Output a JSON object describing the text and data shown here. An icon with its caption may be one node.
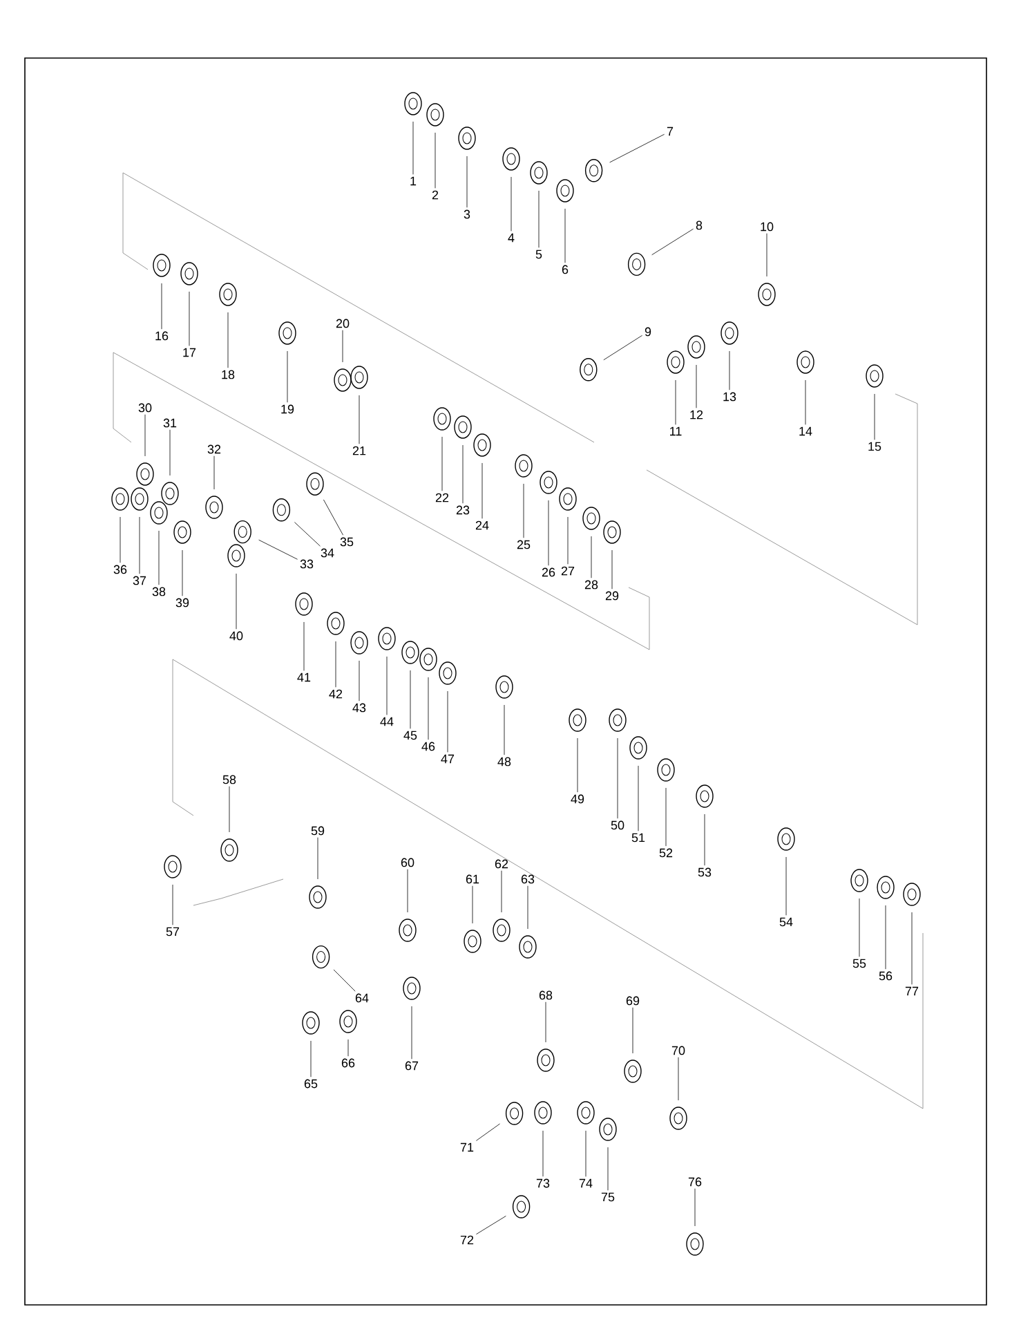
{
  "diagram": {
    "nodes": [
      {
        "text": [
          "1"
        ]
      },
      {
        "text": [
          "2"
        ]
      },
      {
        "text": [
          "3"
        ]
      },
      {
        "text": [
          "4"
        ]
      },
      {
        "text": [
          "5"
        ]
      },
      {
        "text": [
          "6"
        ]
      },
      {
        "text": [
          "7"
        ]
      },
      {
        "text": [
          "8"
        ]
      },
      {
        "text": [
          "9"
        ]
      },
      {
        "text": [
          "10"
        ]
      },
      {
        "text": [
          "11"
        ]
      },
      {
        "text": [
          "12"
        ]
      },
      {
        "text": [
          "13"
        ]
      },
      {
        "text": [
          "14"
        ]
      },
      {
        "text": [
          "15"
        ]
      },
      {
        "text": [
          "16"
        ]
      },
      {
        "text": [
          "17"
        ]
      },
      {
        "text": [
          "18"
        ]
      },
      {
        "text": [
          "19"
        ]
      },
      {
        "text": [
          "20"
        ]
      },
      {
        "text": [
          "21"
        ]
      },
      {
        "text": [
          "22"
        ]
      },
      {
        "text": [
          "23"
        ]
      },
      {
        "text": [
          "24"
        ]
      },
      {
        "text": [
          "25"
        ]
      },
      {
        "text": [
          "26"
        ]
      },
      {
        "text": [
          "27"
        ]
      },
      {
        "text": [
          "28"
        ]
      },
      {
        "text": [
          "29"
        ]
      },
      {
        "text": [
          "30"
        ]
      },
      {
        "text": [
          "31"
        ]
      },
      {
        "text": [
          "32"
        ]
      },
      {
        "text": [
          "33"
        ]
      },
      {
        "text": [
          "34"
        ]
      },
      {
        "text": [
          "35"
        ]
      },
      {
        "text": [
          "36"
        ]
      },
      {
        "text": [
          "37"
        ]
      },
      {
        "text": [
          "38"
        ]
      },
      {
        "text": [
          "39"
        ]
      },
      {
        "text": [
          "40"
        ]
      },
      {
        "text": [
          "41"
        ]
      },
      {
        "text": [
          "42"
        ]
      },
      {
        "text": [
          "43"
        ]
      },
      {
        "text": [
          "44"
        ]
      },
      {
        "text": [
          "45"
        ]
      },
      {
        "text": [
          "46"
        ]
      },
      {
        "text": [
          "47"
        ]
      },
      {
        "text": [
          "48"
        ]
      },
      {
        "text": [
          "49"
        ]
      },
      {
        "text": [
          "50"
        ]
      },
      {
        "text": [
          "51"
        ]
      },
      {
        "text": [
          "52"
        ]
      },
      {
        "text": [
          "53"
        ]
      },
      {
        "text": [
          "54"
        ]
      },
      {
        "text": [
          "55"
        ]
      },
      {
        "text": [
          "56"
        ]
      },
      {
        "text": [
          "57"
        ]
      },
      {
        "text": [
          "58"
        ]
      },
      {
        "text": [
          "59"
        ]
      },
      {
        "text": [
          "60"
        ]
      },
      {
        "text": [
          "61"
        ]
      },
      {
        "text": [
          "62"
        ]
      },
      {
        "text": [
          "63"
        ]
      },
      {
        "text": [
          "64"
        ]
      },
      {
        "text": [
          "65"
        ]
      },
      {
        "text": [
          "66"
        ]
      },
      {
        "text": [
          "67"
        ]
      },
      {
        "text": [
          "68"
        ]
      },
      {
        "text": [
          "69"
        ]
      },
      {
        "text": [
          "70"
        ]
      },
      {
        "text": [
          "71"
        ]
      },
      {
        "text": [
          "72"
        ]
      },
      {
        "text": [
          "73"
        ]
      },
      {
        "text": [
          "74"
        ]
      },
      {
        "text": [
          "75"
        ]
      },
      {
        "text": [
          "76"
        ]
      },
      {
        "text": [
          "77"
        ]
      }
    ],
    "edges": [
      {
        "from": 0,
        "to": null,
        "arrow": "none"
      },
      {
        "from": 1,
        "to": null,
        "arrow": "none"
      },
      {
        "from": 2,
        "to": null,
        "arrow": "none"
      },
      {
        "from": 3,
        "to": null,
        "arrow": "none"
      },
      {
        "from": 4,
        "to": null,
        "arrow": "none"
      },
      {
        "from": 5,
        "to": null,
        "arrow": "none"
      },
      {
        "from": 6,
        "to": null,
        "arrow": "none"
      },
      {
        "from": 7,
        "to": null,
        "arrow": "none"
      },
      {
        "from": 8,
        "to": null,
        "arrow": "none"
      },
      {
        "from": 9,
        "to": null,
        "arrow": "none"
      },
      {
        "from": 10,
        "to": null,
        "arrow": "none"
      },
      {
        "from": 11,
        "to": null,
        "arrow": "none"
      },
      {
        "from": 12,
        "to": null,
        "arrow": "none"
      },
      {
        "from": 13,
        "to": null,
        "arrow": "none"
      },
      {
        "from": 14,
        "to": null,
        "arrow": "none"
      },
      {
        "from": 15,
        "to": null,
        "arrow": "none"
      },
      {
        "from": 16,
        "to": null,
        "arrow": "none"
      },
      {
        "from": 17,
        "to": null,
        "arrow": "none"
      },
      {
        "from": 18,
        "to": null,
        "arrow": "none"
      },
      {
        "from": 19,
        "to": null,
        "arrow": "none"
      },
      {
        "from": 20,
        "to": null,
        "arrow": "none"
      },
      {
        "from": 21,
        "to": null,
        "arrow": "none"
      },
      {
        "from": 22,
        "to": null,
        "arrow": "none"
      },
      {
        "from": 23,
        "to": null,
        "arrow": "none"
      },
      {
        "from": 24,
        "to": null,
        "arrow": "none"
      },
      {
        "from": 25,
        "to": null,
        "arrow": "none"
      },
      {
        "from": 26,
        "to": null,
        "arrow": "none"
      },
      {
        "from": 27,
        "to": null,
        "arrow": "none"
      },
      {
        "from": 28,
        "to": null,
        "arrow": "none"
      },
      {
        "from": 29,
        "to": null,
        "arrow": "none"
      },
      {
        "from": 30,
        "to": null,
        "arrow": "none"
      },
      {
        "from": 31,
        "to": null,
        "arrow": "none"
      },
      {
        "from": 32,
        "to": null,
        "arrow": "none"
      },
      {
        "from": 33,
        "to": null,
        "arrow": "none"
      },
      {
        "from": 34,
        "to": null,
        "arrow": "none"
      },
      {
        "from": 35,
        "to": null,
        "arrow": "none"
      },
      {
        "from": 36,
        "to": null,
        "arrow": "none"
      },
      {
        "from": 37,
        "to": null,
        "arrow": "none"
      },
      {
        "from": 38,
        "to": null,
        "arrow": "none"
      },
      {
        "from": 39,
        "to": null,
        "arrow": "none"
      },
      {
        "from": 40,
        "to": null,
        "arrow": "none"
      },
      {
        "from": 41,
        "to": null,
        "arrow": "none"
      },
      {
        "from": 42,
        "to": null,
        "arrow": "none"
      },
      {
        "from": 43,
        "to": null,
        "arrow": "none"
      },
      {
        "from": 44,
        "to": null,
        "arrow": "none"
      },
      {
        "from": 45,
        "to": null,
        "arrow": "none"
      },
      {
        "from": 46,
        "to": null,
        "arrow": "none"
      },
      {
        "from": 47,
        "to": null,
        "arrow": "none"
      },
      {
        "from": 48,
        "to": null,
        "arrow": "none"
      },
      {
        "from": 49,
        "to": null,
        "arrow": "none"
      },
      {
        "from": 50,
        "to": null,
        "arrow": "none"
      },
      {
        "from": 51,
        "to": null,
        "arrow": "none"
      },
      {
        "from": 52,
        "to": null,
        "arrow": "none"
      },
      {
        "from": 53,
        "to": null,
        "arrow": "none"
      },
      {
        "from": 54,
        "to": null,
        "arrow": "none"
      },
      {
        "from": 55,
        "to": null,
        "arrow": "none"
      },
      {
        "from": 56,
        "to": null,
        "arrow": "none"
      },
      {
        "from": 57,
        "to": null,
        "arrow": "none"
      },
      {
        "from": 58,
        "to": null,
        "arrow": "none"
      },
      {
        "from": 59,
        "to": null,
        "arrow": "none"
      },
      {
        "from": 60,
        "to": null,
        "arrow": "none"
      },
      {
        "from": 61,
        "to": null,
        "arrow": "none"
      },
      {
        "from": 62,
        "to": null,
        "arrow": "none"
      },
      {
        "from": 63,
        "to": null,
        "arrow": "none"
      },
      {
        "from": 64,
        "to": null,
        "arrow": "none"
      },
      {
        "from": 65,
        "to": null,
        "arrow": "none"
      },
      {
        "from": 66,
        "to": null,
        "arrow": "none"
      },
      {
        "from": 67,
        "to": null,
        "arrow": "none"
      },
      {
        "from": 68,
        "to": null,
        "arrow": "none"
      },
      {
        "from": 69,
        "to": null,
        "arrow": "none"
      },
      {
        "from": 70,
        "to": null,
        "arrow": "none"
      },
      {
        "from": 71,
        "to": null,
        "arrow": "none"
      },
      {
        "from": 72,
        "to": null,
        "arrow": "none"
      },
      {
        "from": 73,
        "to": null,
        "arrow": "none"
      },
      {
        "from": 74,
        "to": null,
        "arrow": "none"
      },
      {
        "from": 75,
        "to": null,
        "arrow": "none"
      },
      {
        "from": 76,
        "to": null,
        "arrow": "none"
      }
    ]
  }
}
